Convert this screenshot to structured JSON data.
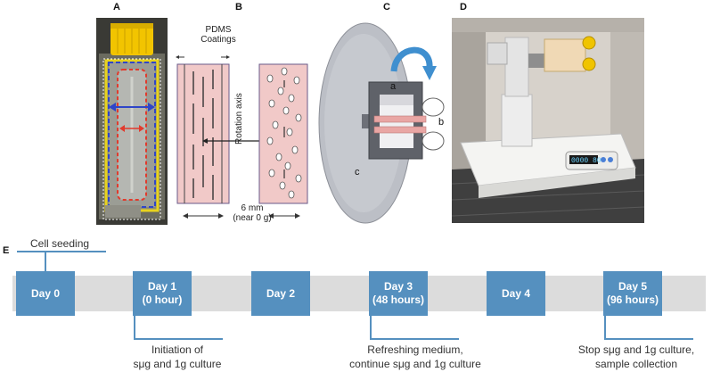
{
  "panels": {
    "a": "A",
    "b": "B",
    "c": "C",
    "d": "D",
    "e": "E"
  },
  "panel_b": {
    "coatings_line1": "PDMS",
    "coatings_line2": "Coatings",
    "rotation_axis": "Rotation axis",
    "width_line1": "6 mm",
    "width_line2": "(near 0 g)"
  },
  "panel_c": {
    "label_a": "a",
    "label_b": "b",
    "label_c": "c"
  },
  "panel_d": {
    "display_value": "0000  80"
  },
  "timeline": {
    "cell_seeding": "Cell seeding",
    "days": [
      {
        "line1": "Day 0",
        "line2": ""
      },
      {
        "line1": "Day 1",
        "line2": "(0 hour)"
      },
      {
        "line1": "Day 2",
        "line2": ""
      },
      {
        "line1": "Day 3",
        "line2": "(48 hours)"
      },
      {
        "line1": "Day 4",
        "line2": ""
      },
      {
        "line1": "Day 5",
        "line2": "(96 hours)"
      }
    ],
    "events": [
      {
        "line1": "Initiation of",
        "line2": "sμg and 1g culture"
      },
      {
        "line1": "Refreshing medium,",
        "line2": "continue sμg and 1g culture"
      },
      {
        "line1": "Stop sμg and 1g culture,",
        "line2": "sample collection"
      }
    ]
  },
  "colors": {
    "accent": "#5590bf",
    "timeline_bar": "#dcdcdc",
    "chamber_pink": "#f1c9c8",
    "disc_gray": "#bcbfc6"
  }
}
